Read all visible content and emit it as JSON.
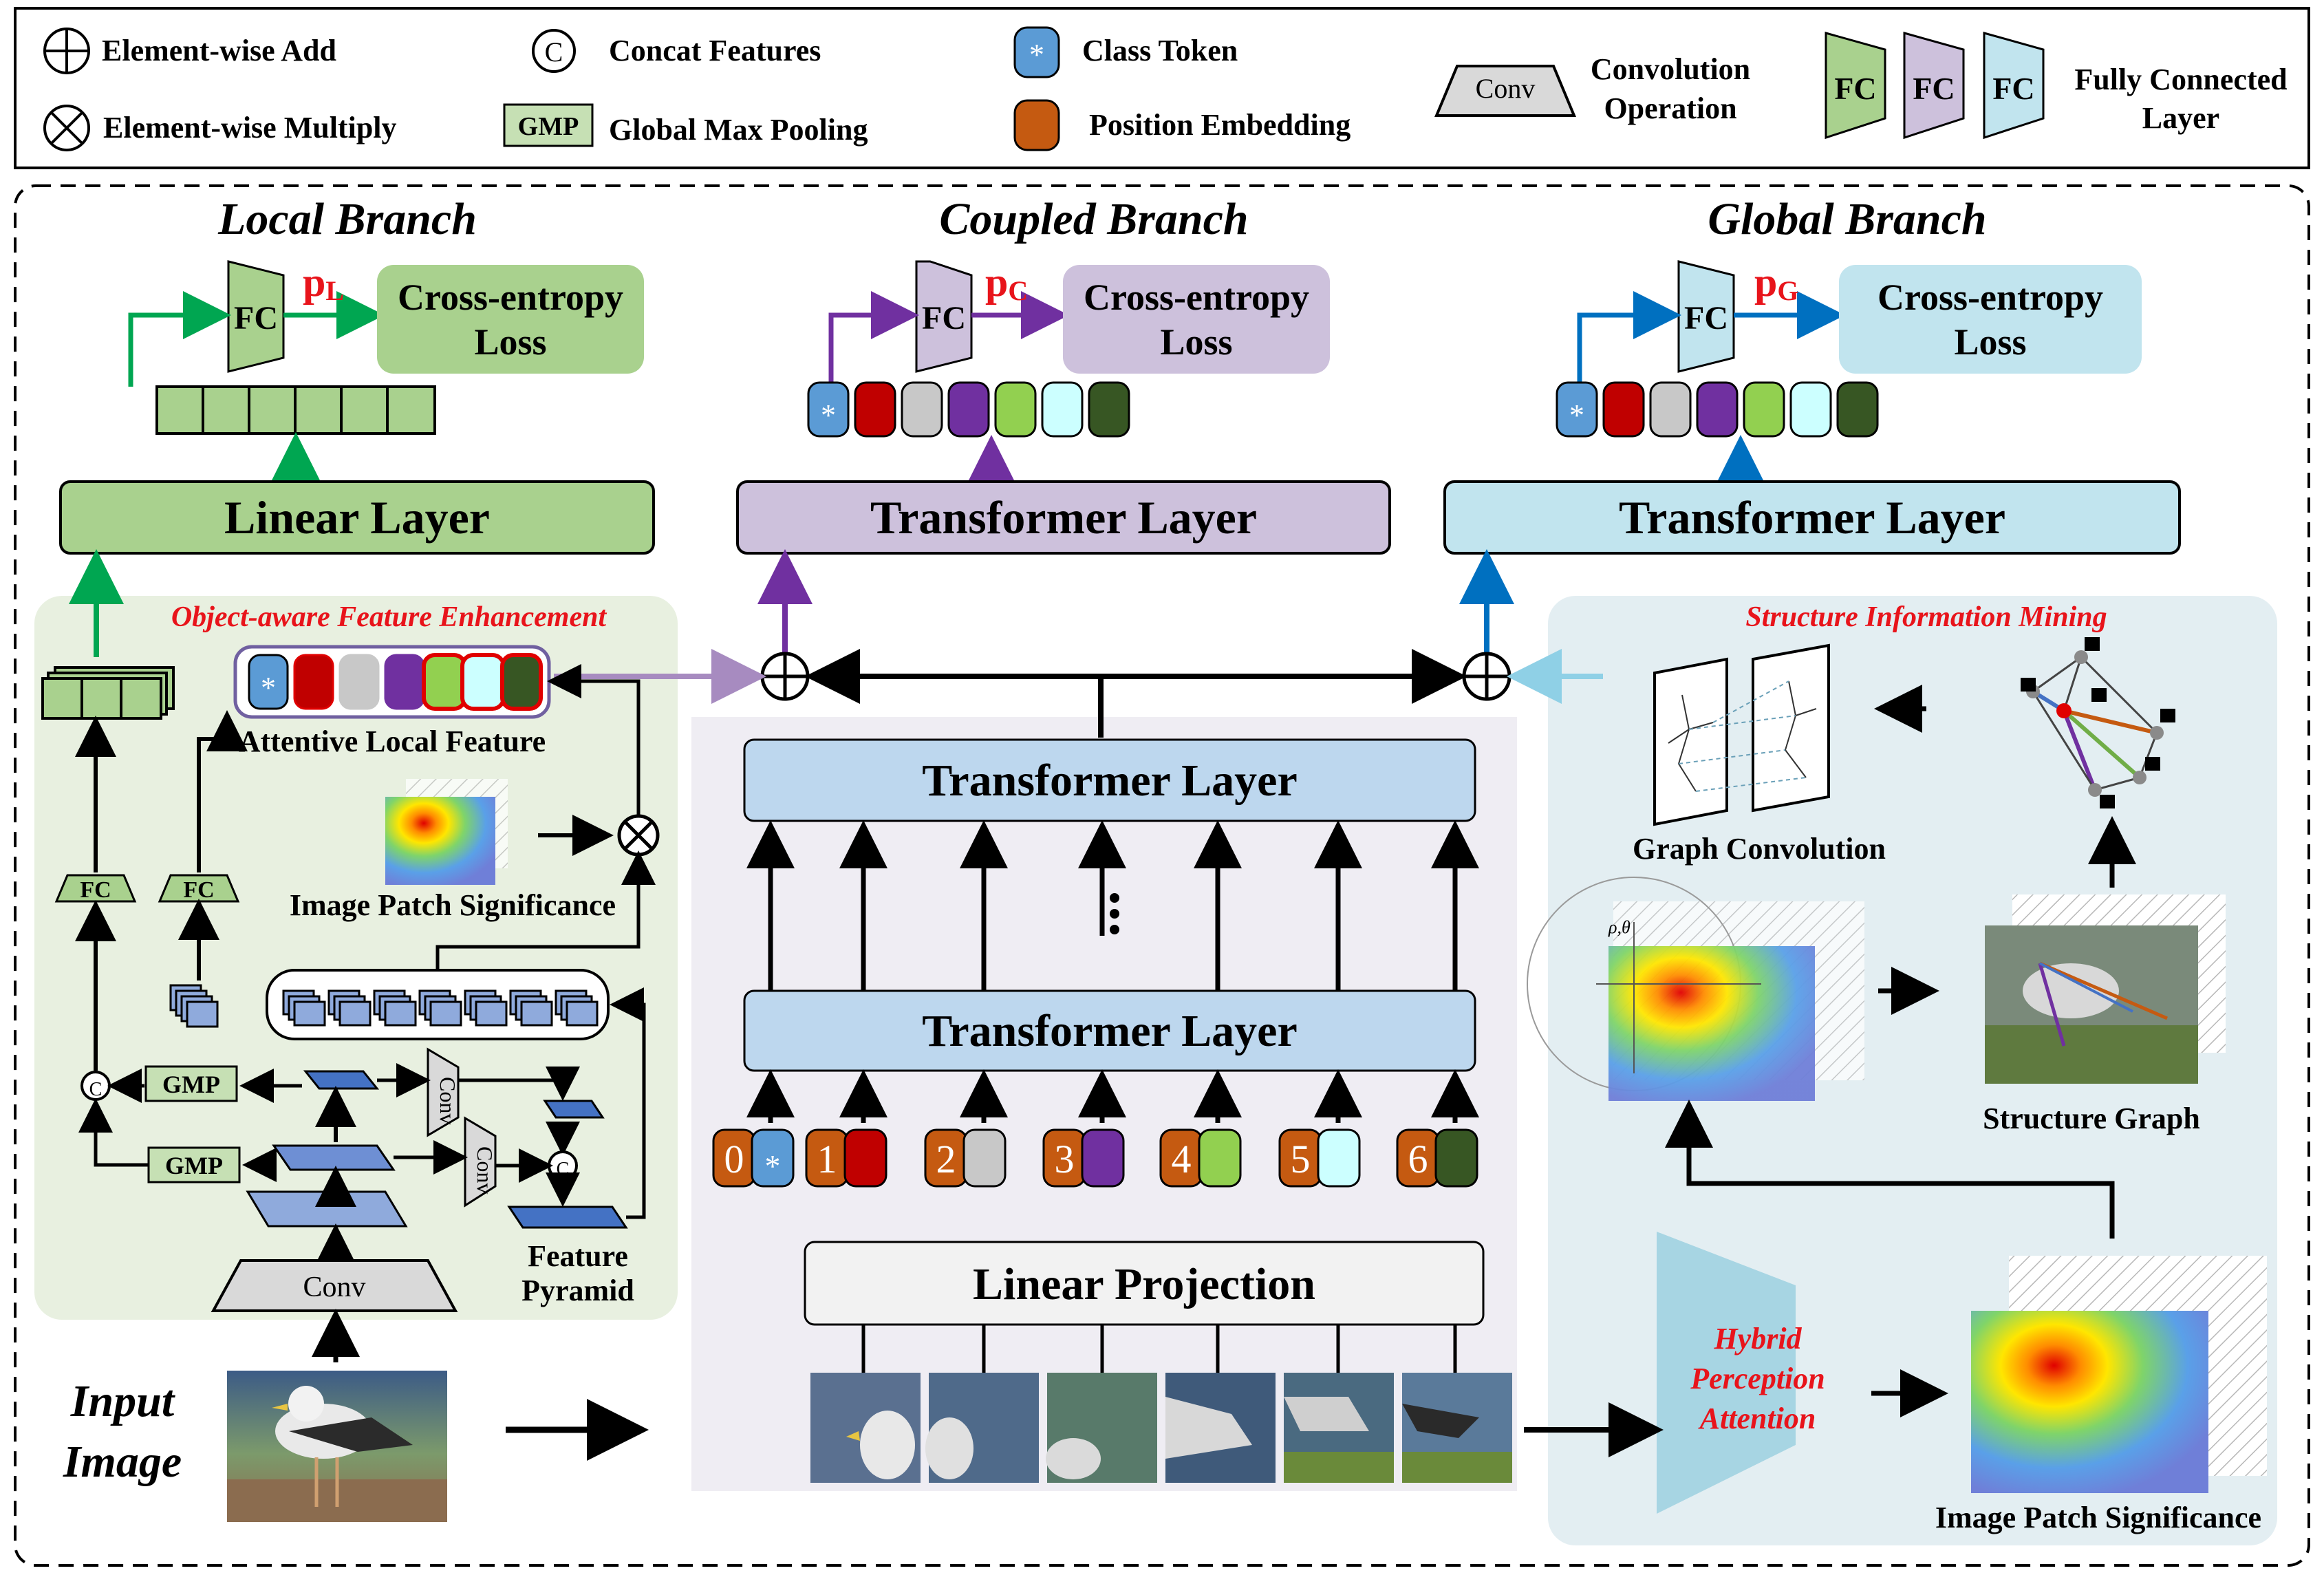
{
  "legend": {
    "element_wise_add": "Element-wise Add",
    "element_wise_multiply": "Element-wise Multiply",
    "concat_features": "Concat Features",
    "gmp_box": "GMP",
    "global_max_pooling": "Global Max Pooling",
    "class_token": "Class Token",
    "position_embedding": "Position Embedding",
    "conv_box": "Conv",
    "convolution_line1": "Convolution",
    "convolution_line2": "Operation",
    "fc_box": "FC",
    "fully_connected_line1": "Fully Connected",
    "fully_connected_line2": "Layer"
  },
  "local_branch": {
    "title": "Local Branch",
    "fc": "FC",
    "p_main": "p",
    "p_sub": "L",
    "loss_line1": "Cross-entropy",
    "loss_line2": "Loss",
    "linear_layer": "Linear Layer"
  },
  "coupled_branch": {
    "title": "Coupled Branch",
    "fc": "FC",
    "p_main": "p",
    "p_sub": "C",
    "loss_line1": "Cross-entropy",
    "loss_line2": "Loss",
    "transformer_layer": "Transformer Layer"
  },
  "global_branch": {
    "title": "Global Branch",
    "fc": "FC",
    "p_main": "p",
    "p_sub": "G",
    "loss_line1": "Cross-entropy",
    "loss_line2": "Loss",
    "transformer_layer": "Transformer Layer"
  },
  "ofe": {
    "title": "Object-aware Feature Enhancement",
    "attentive_local_feature": "Attentive Local Feature",
    "image_patch_significance": "Image Patch Significance",
    "fc": "FC",
    "gmp": "GMP",
    "conv": "Conv",
    "feature_pyramid_line1": "Feature",
    "feature_pyramid_line2": "Pyramid",
    "concat_symbol": "C"
  },
  "center": {
    "transformer_layer_top": "Transformer Layer",
    "transformer_layer_bottom": "Transformer Layer",
    "linear_projection": "Linear Projection",
    "patch_indices": [
      "0",
      "1",
      "2",
      "3",
      "4",
      "5",
      "6"
    ]
  },
  "sim": {
    "title": "Structure Information Mining",
    "graph_convolution": "Graph Convolution",
    "structure_graph": "Structure Graph",
    "polar_label": "ρ,θ",
    "hybrid_line1": "Hybrid",
    "hybrid_line2": "Perception",
    "hybrid_line3": "Attention",
    "image_patch_significance": "Image Patch Significance"
  },
  "input": {
    "line1": "Input",
    "line2": "Image"
  },
  "colors": {
    "green_accent": "#00a651",
    "purple_accent": "#7030a0",
    "blue_accent": "#0070c0",
    "light_blue_accent": "#8fd0e6",
    "red_text": "#e8141b",
    "class_token": "#5b9bd5",
    "position_embedding": "#c55a11",
    "token_colors": [
      "#5b9bd5",
      "#c00000",
      "#c8c8c8",
      "#7030a0",
      "#92d050",
      "#ccffff",
      "#375623"
    ]
  }
}
